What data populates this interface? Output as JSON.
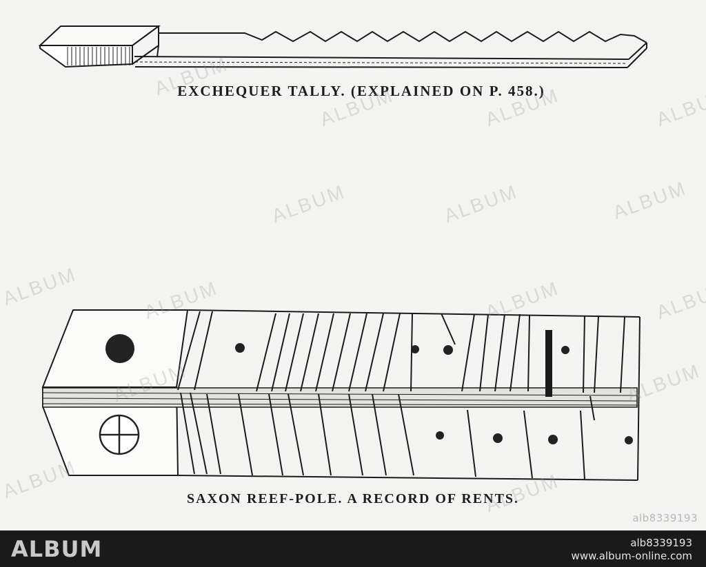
{
  "figure_top": {
    "caption": "EXCHEQUER TALLY. (EXPLAINED ON P. 458.)"
  },
  "figure_bottom": {
    "caption": "SAXON REEF-POLE. A RECORD OF RENTS."
  },
  "watermark": {
    "text": "ALBUM"
  },
  "image_id": "alb8339193",
  "footer": {
    "logo": "ALBUM",
    "image_id": "alb8339193",
    "url": "www.album-online.com"
  }
}
